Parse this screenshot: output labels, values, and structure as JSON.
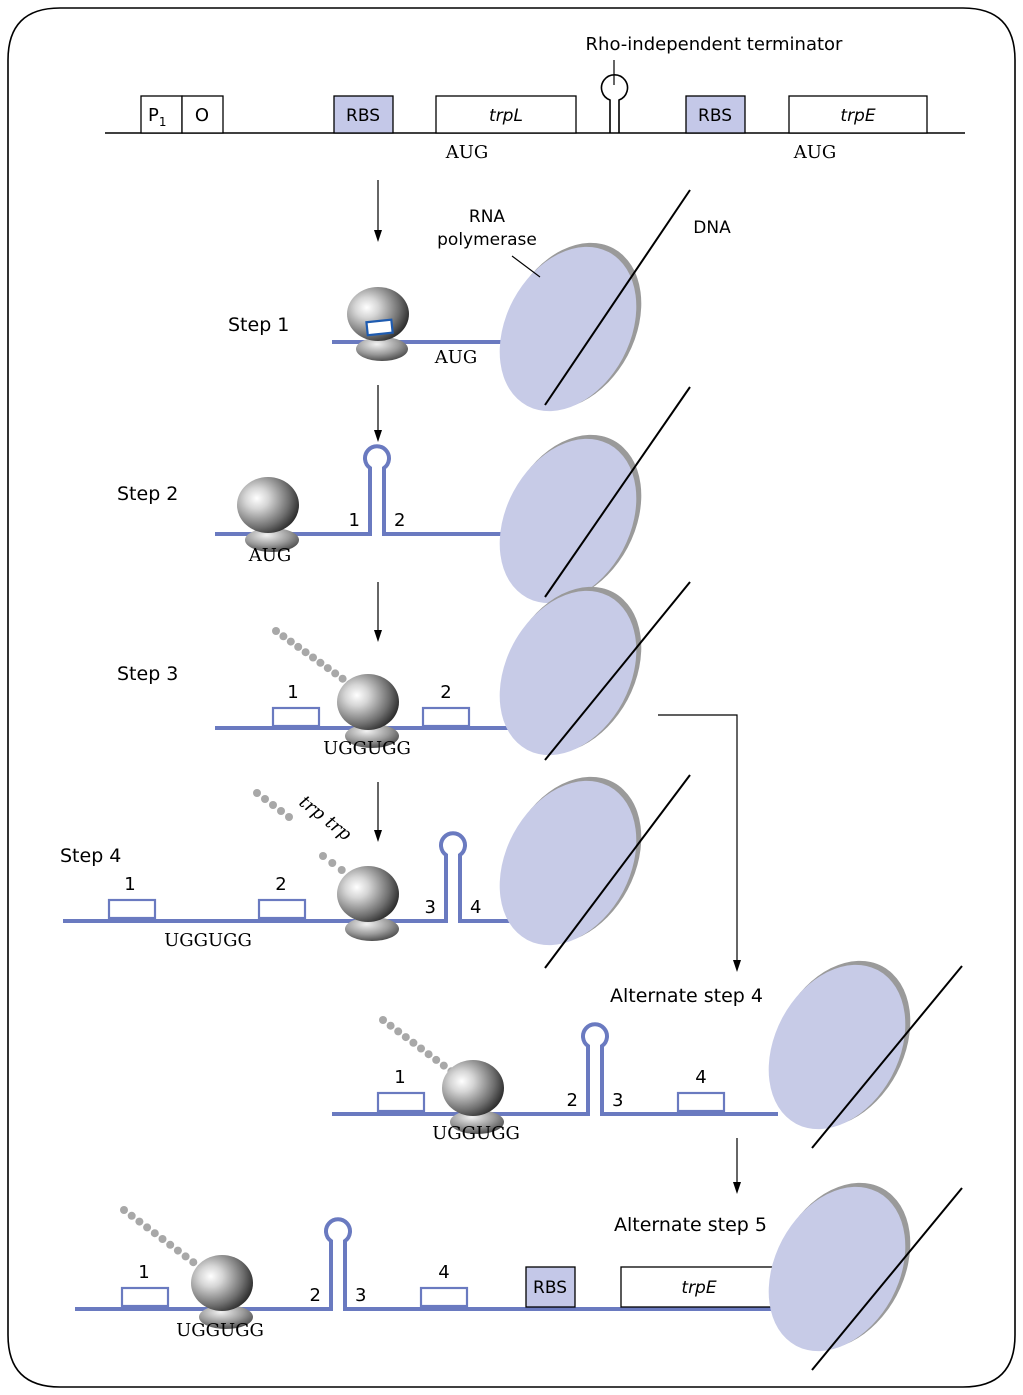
{
  "colors": {
    "rna": "#6a7ac0",
    "rbs_fill": "#c4c8e8",
    "polymerase": "#c7cbe7",
    "polymerase_shadow": "#9a9a9a",
    "frame": "#000000",
    "beads": "#a8a8a8"
  },
  "operon": {
    "promoter_label": "P",
    "promoter_subscript": "1",
    "operator_label": "O",
    "rbs1_label": "RBS",
    "trpL_label": "trpL",
    "rbs2_label": "RBS",
    "trpE_label": "trpE",
    "start_codon_1": "AUG",
    "start_codon_2": "AUG",
    "terminator_label": "Rho-independent terminator"
  },
  "polymerase_labels": {
    "rna_polymerase_line1": "RNA",
    "rna_polymerase_line2": "polymerase",
    "dna": "DNA"
  },
  "step1": {
    "label": "Step 1",
    "codon": "AUG"
  },
  "step2": {
    "label": "Step 2",
    "codon": "AUG",
    "region_left": "1",
    "region_right": "2"
  },
  "step3": {
    "label": "Step 3",
    "codon": "UGGUGG",
    "region_1": "1",
    "region_2": "2"
  },
  "step4": {
    "label": "Step 4",
    "codon": "UGGUGG",
    "region_1": "1",
    "region_2": "2",
    "region_3": "3",
    "region_4": "4",
    "trp_text": "trp trp"
  },
  "alt4": {
    "label": "Alternate step 4",
    "codon": "UGGUGG",
    "region_1": "1",
    "region_2": "2",
    "region_3": "3",
    "region_4": "4"
  },
  "alt5": {
    "label": "Alternate step 5",
    "codon": "UGGUGG",
    "region_1": "1",
    "region_2": "2",
    "region_3": "3",
    "region_4": "4",
    "rbs_label": "RBS",
    "trpE_label": "trpE"
  }
}
